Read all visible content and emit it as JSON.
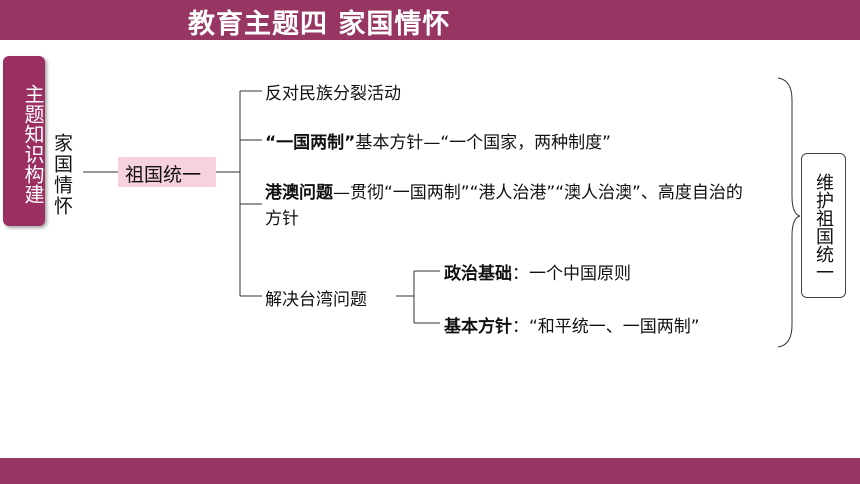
{
  "header": {
    "title": "教育主题四 家国情怀"
  },
  "side_tab": {
    "label": "主题知识构建"
  },
  "root": {
    "label": "家国情怀"
  },
  "center": {
    "label": "祖国统一"
  },
  "branches": {
    "b1": "反对民族分裂活动",
    "b2_bold": "“一国两制”",
    "b2_rest": "基本方针—“一个国家，两种制度”",
    "b3_bold": "港澳问题",
    "b3_rest": "—贯彻“一国两制”“港人治港”“澳人治澳”、高度自治的方针",
    "b4": "解决台湾问题",
    "b4_sub1_bold": "政治基础",
    "b4_sub1_rest": "：一个中国原则",
    "b4_sub2_bold": "基本方针",
    "b4_sub2_rest": "：“和平统一、一国两制”"
  },
  "right": {
    "label": "维护祖国统一"
  },
  "colors": {
    "brand": "#973563",
    "highlight": "#f6d1de"
  }
}
